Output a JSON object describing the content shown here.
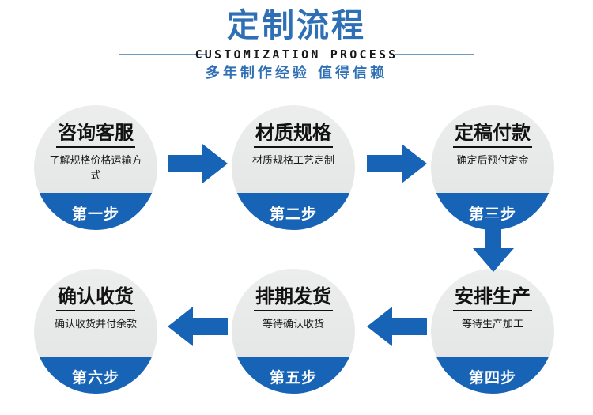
{
  "header": {
    "title": "定制流程",
    "subtitle_en": "CUSTOMIZATION PROCESS",
    "subtitle_cn": "多年制作经验  值得信赖"
  },
  "colors": {
    "brand_blue": "#1763b6",
    "title_blue": "#2f6fb5",
    "circle_gray": "#e8e8e8",
    "rule_blue": "#6f9bc6",
    "text_dark": "#121212",
    "band_text": "#ffffff"
  },
  "steps": [
    {
      "id": "step-1",
      "title": "咨询客服",
      "desc": "了解规格价格运输方式",
      "label": "第一步"
    },
    {
      "id": "step-2",
      "title": "材质规格",
      "desc": "材质规格工艺定制",
      "label": "第二步"
    },
    {
      "id": "step-3",
      "title": "定稿付款",
      "desc": "确定后预付定金",
      "label": "第三步"
    },
    {
      "id": "step-4",
      "title": "安排生产",
      "desc": "等待生产加工",
      "label": "第四步"
    },
    {
      "id": "step-5",
      "title": "排期发货",
      "desc": "等待确认收货",
      "label": "第五步"
    },
    {
      "id": "step-6",
      "title": "确认收货",
      "desc": "确认收货并付余款",
      "label": "第六步"
    }
  ],
  "arrows": [
    {
      "id": "arrow-step1-to-step2",
      "direction": "right"
    },
    {
      "id": "arrow-step2-to-step3",
      "direction": "right"
    },
    {
      "id": "arrow-step3-to-step4",
      "direction": "down"
    },
    {
      "id": "arrow-step4-to-step5",
      "direction": "left"
    },
    {
      "id": "arrow-step5-to-step6",
      "direction": "left"
    }
  ]
}
